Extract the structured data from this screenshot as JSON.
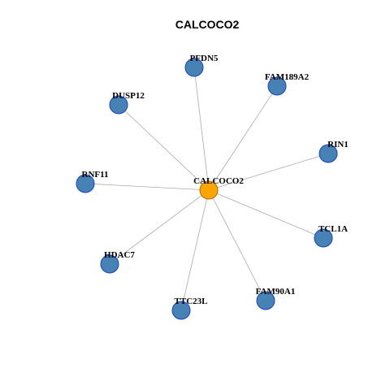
{
  "title": "CALCOCO2",
  "colors": {
    "hub_fill": "#FFA500",
    "hub_stroke": "#B36A00",
    "node_fill": "#4682B4",
    "node_stroke": "#1A3FCC",
    "edge": "#AAAAAA"
  },
  "nodes": [
    {
      "id": "CALCOCO2",
      "label": "CALCOCO2",
      "hub": true
    },
    {
      "id": "PFDN5",
      "label": "PFDN5"
    },
    {
      "id": "FAM189A2",
      "label": "FAM189A2"
    },
    {
      "id": "DUSP12",
      "label": "DUSP12"
    },
    {
      "id": "RIN1",
      "label": "RIN1"
    },
    {
      "id": "RNF11",
      "label": "RNF11"
    },
    {
      "id": "TCL1A",
      "label": "TCL1A"
    },
    {
      "id": "HDAC7",
      "label": "HDAC7"
    },
    {
      "id": "FAM90A1",
      "label": "FAM90A1"
    },
    {
      "id": "TTC23L",
      "label": "TTC23L"
    }
  ],
  "edges": [
    [
      "CALCOCO2",
      "PFDN5"
    ],
    [
      "CALCOCO2",
      "FAM189A2"
    ],
    [
      "CALCOCO2",
      "DUSP12"
    ],
    [
      "CALCOCO2",
      "RIN1"
    ],
    [
      "CALCOCO2",
      "RNF11"
    ],
    [
      "CALCOCO2",
      "TCL1A"
    ],
    [
      "CALCOCO2",
      "HDAC7"
    ],
    [
      "CALCOCO2",
      "FAM90A1"
    ],
    [
      "CALCOCO2",
      "TTC23L"
    ]
  ]
}
